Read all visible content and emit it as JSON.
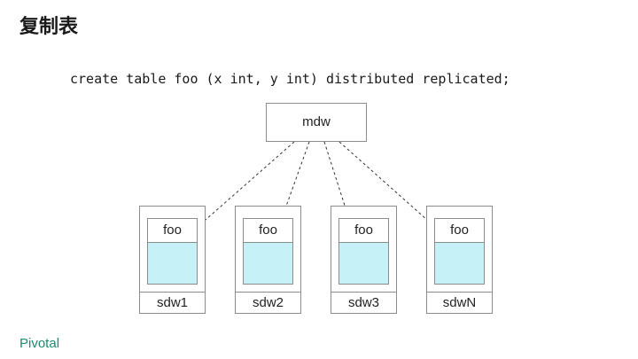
{
  "slide": {
    "title": "复制表",
    "sql": "create table foo (x int, y int) distributed replicated;",
    "master": {
      "label": "mdw"
    },
    "segments": [
      {
        "host": "sdw1",
        "table": "foo"
      },
      {
        "host": "sdw2",
        "table": "foo"
      },
      {
        "host": "sdw3",
        "table": "foo"
      },
      {
        "host": "sdwN",
        "table": "foo"
      }
    ],
    "logo_text": "Pivotal"
  },
  "colors": {
    "table_fill": "#c6f2f7",
    "border": "#8c8c8c",
    "brand": "#1f8a70"
  }
}
